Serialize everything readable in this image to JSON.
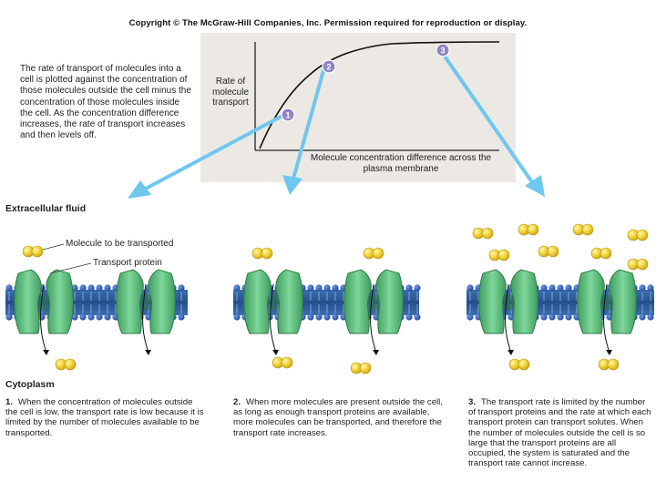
{
  "copyright": "Copyright © The McGraw-Hill Companies, Inc. Permission required for reproduction or display.",
  "intro_text": "The rate of transport of molecules into a cell is plotted against the concentration of those molecules outside the cell minus the concentration of those molecules inside the cell. As the concentration difference increases, the rate of transport increases and then levels off.",
  "graph": {
    "y_label": "Rate of molecule transport",
    "x_label": "Molecule concentration difference across the plasma membrane",
    "markers": [
      "1",
      "2",
      "3"
    ]
  },
  "labels": {
    "extracellular": "Extracellular fluid",
    "cytoplasm": "Cytoplasm",
    "molecule": "Molecule to be transported",
    "protein": "Transport protein"
  },
  "captions": [
    {
      "num": "1.",
      "text": "When the concentration of molecules outside the cell is low, the transport rate is low because it is limited by the number of molecules available to be transported."
    },
    {
      "num": "2.",
      "text": "When more molecules are present outside the cell, as long as enough transport proteins are available, more molecules can be transported, and therefore the transport rate increases."
    },
    {
      "num": "3.",
      "text": "The transport rate is limited by the number of transport proteins and the rate at which each transport protein can transport solutes. When the number of molecules outside the cell is so large that the transport proteins are all occupied, the system is saturated and the transport rate cannot increase."
    }
  ],
  "colors": {
    "membrane_band": "#2e5f9e",
    "lipid_head": "#2d59b0",
    "protein": "#5cbf7a",
    "molecule": "#f2d23a",
    "arrow": "#6fc7ee",
    "graph_bg": "#ece8e3",
    "marker": "#8f86c2"
  }
}
